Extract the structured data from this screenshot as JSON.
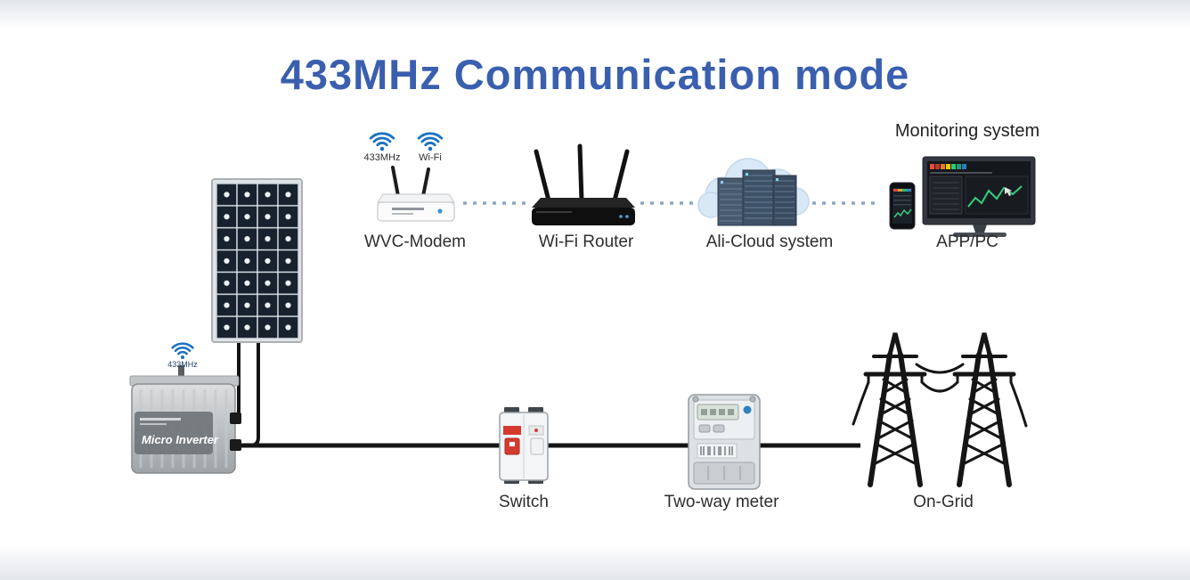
{
  "title": "433MHz Communication mode",
  "colors": {
    "title_blue": "#3a5fae",
    "wifi_blue": "#1a72c0",
    "wire_black": "#141414",
    "dotted_connector": "#8ca6c4"
  },
  "top_row": {
    "modem": {
      "label": "WVC-Modem",
      "antenna_left_label": "433MHz",
      "antenna_right_label": "Wi-Fi"
    },
    "router": {
      "label": "Wi-Fi Router"
    },
    "cloud": {
      "label": "Ali-Cloud system"
    },
    "client": {
      "caption": "Monitoring system",
      "label": "APP/PC"
    }
  },
  "bottom_row": {
    "inverter": {
      "device_label": "Micro Inverter",
      "antenna_label": "433MHz"
    },
    "breaker": {
      "label": "Switch"
    },
    "meter": {
      "label": "Two-way meter"
    },
    "grid": {
      "label": "On-Grid"
    }
  }
}
